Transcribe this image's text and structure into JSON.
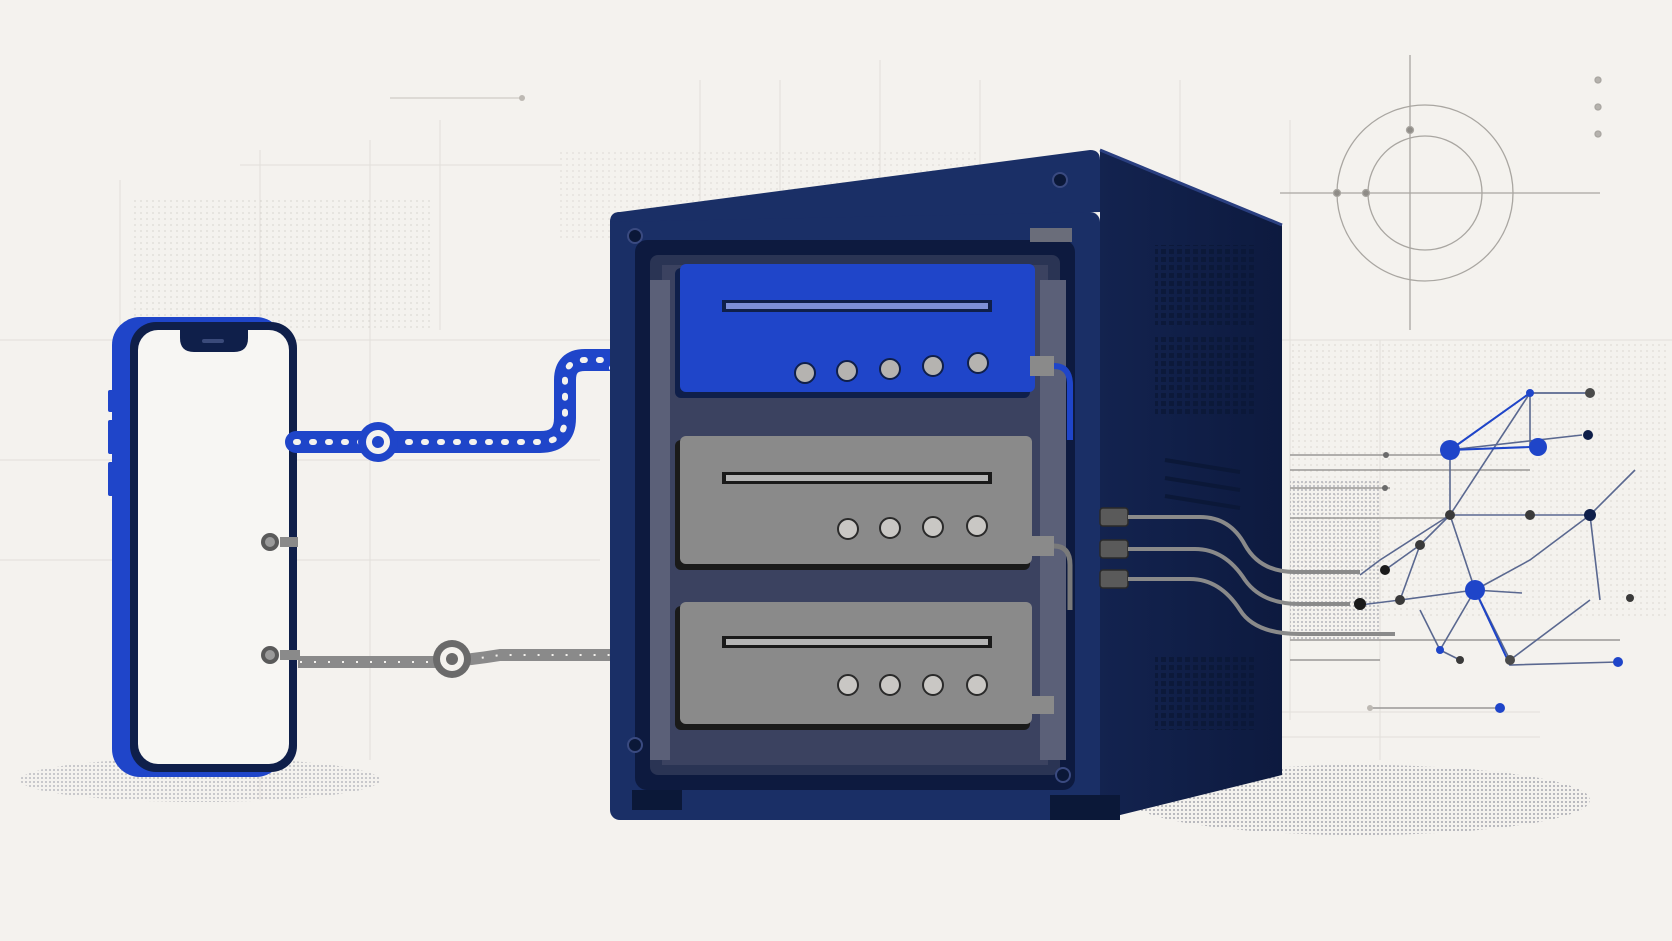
{
  "illustration": {
    "subject": "",
    "caption": ""
  },
  "palette": {
    "background": "#f4f2ee",
    "navy": "#1a2f66",
    "navy_dark": "#0f1f4a",
    "navy_mid": "#223a78",
    "blue_accent": "#2448c8",
    "gray_tray": "#8a8a8a",
    "gray_dark": "#4a4a4a",
    "light_line": "#cfccc6",
    "dot": "#d9d6d0"
  },
  "icons": {
    "phone": "smartphone-icon",
    "server": "server-rack-icon",
    "network": "network-graph-icon",
    "target": "crosshair-target-icon"
  },
  "server": {
    "trays": [
      {
        "state": "active",
        "led_count": 5
      },
      {
        "state": "idle",
        "led_count": 4
      },
      {
        "state": "idle",
        "led_count": 4
      }
    ]
  },
  "connections": {
    "phone_to_tray_1": "active",
    "phone_to_tray_3": "idle",
    "server_to_network_links": 3
  }
}
